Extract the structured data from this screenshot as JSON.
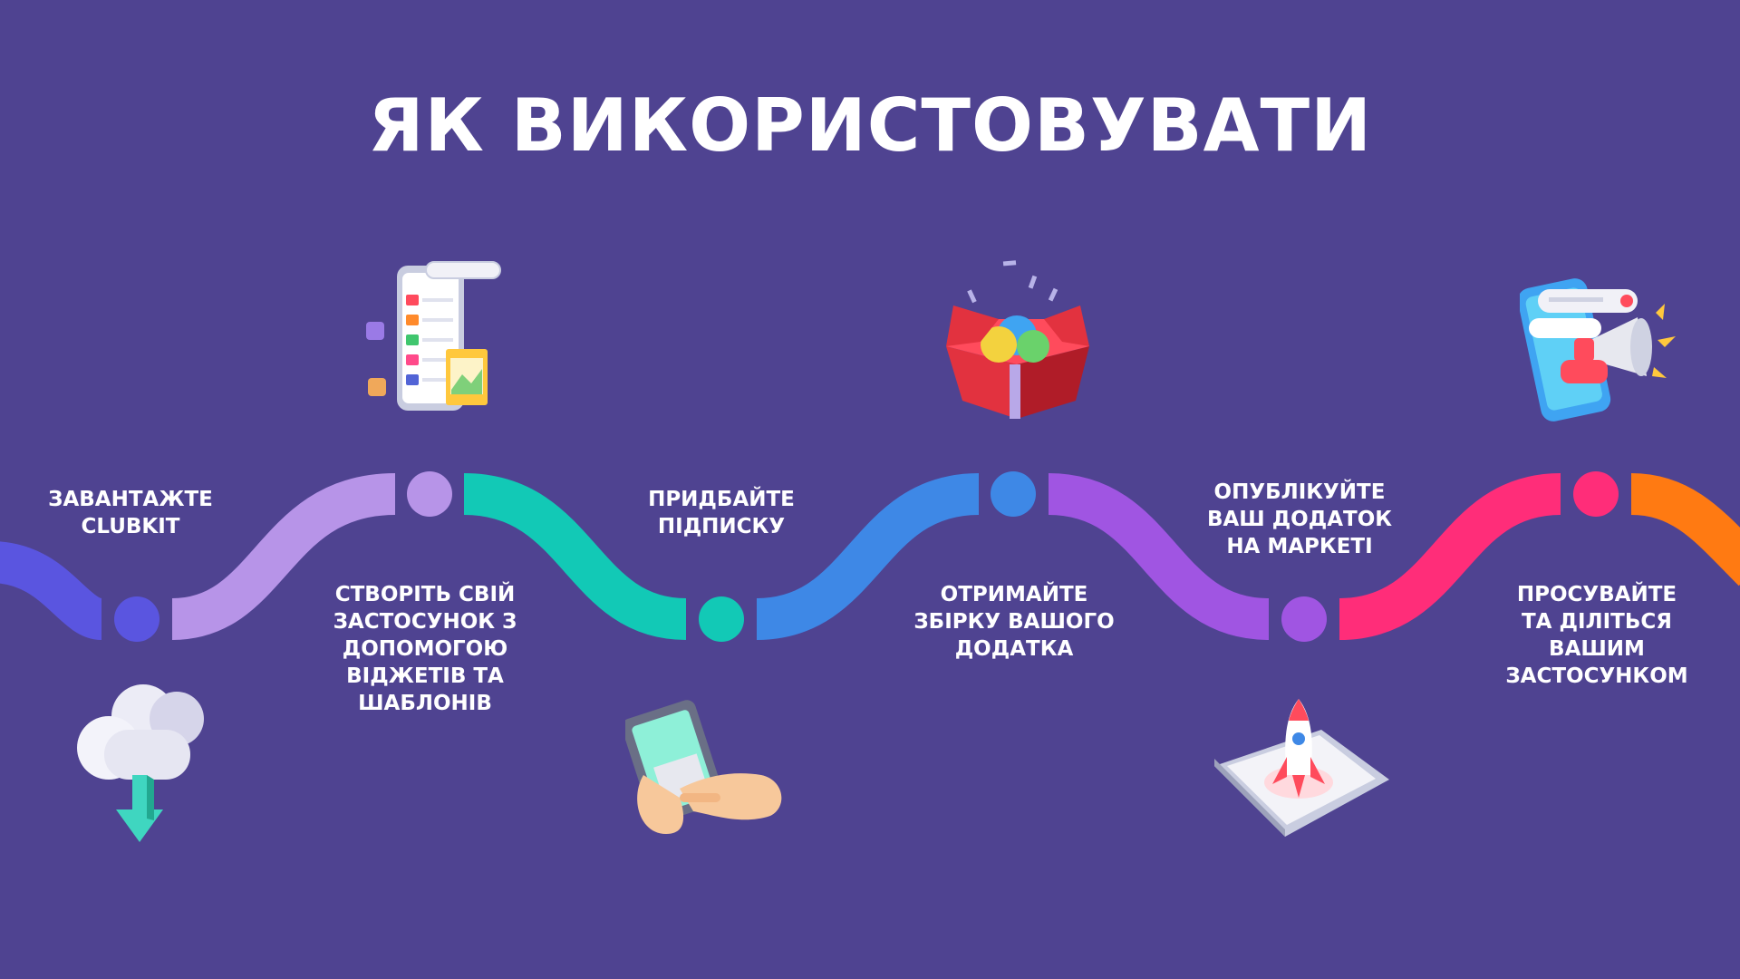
{
  "title": "ЯК ВИКОРИСТОВУВАТИ",
  "steps": [
    {
      "label": "ЗАВАНТАЖТЕ\nCLUBKIT",
      "color": "#5a55e0",
      "icon": "cloud-download-icon"
    },
    {
      "label": "СТВОРІТЬ СВІЙ\nЗАСТОСУНОК З\nДОПОМОГОЮ\nВІДЖЕТІВ ТА\nШАБЛОНІВ",
      "color": "#b794e8",
      "icon": "phone-app-builder-icon"
    },
    {
      "label": "ПРИДБАЙТЕ\nПІДПИСКУ",
      "color": "#12c9b6",
      "icon": "hand-tablet-icon"
    },
    {
      "label": "ОТРИМАЙТЕ\nЗБІРКУ ВАШОГО\nДОДАТКА",
      "color": "#3e88e6",
      "icon": "gift-box-icon"
    },
    {
      "label": "ОПУБЛІКУЙТЕ\nВАШ ДОДАТОК\nНА МАРКЕТІ",
      "color": "#a055e2",
      "icon": "rocket-tablet-icon"
    },
    {
      "label": "ПРОСУВАЙТЕ\nТА ДІЛІТЬСЯ\nВАШИМ\nЗАСТОСУНКОМ",
      "color": "#ff2d79",
      "icon": "megaphone-phone-icon"
    }
  ],
  "tail_color": "#ff7a12"
}
